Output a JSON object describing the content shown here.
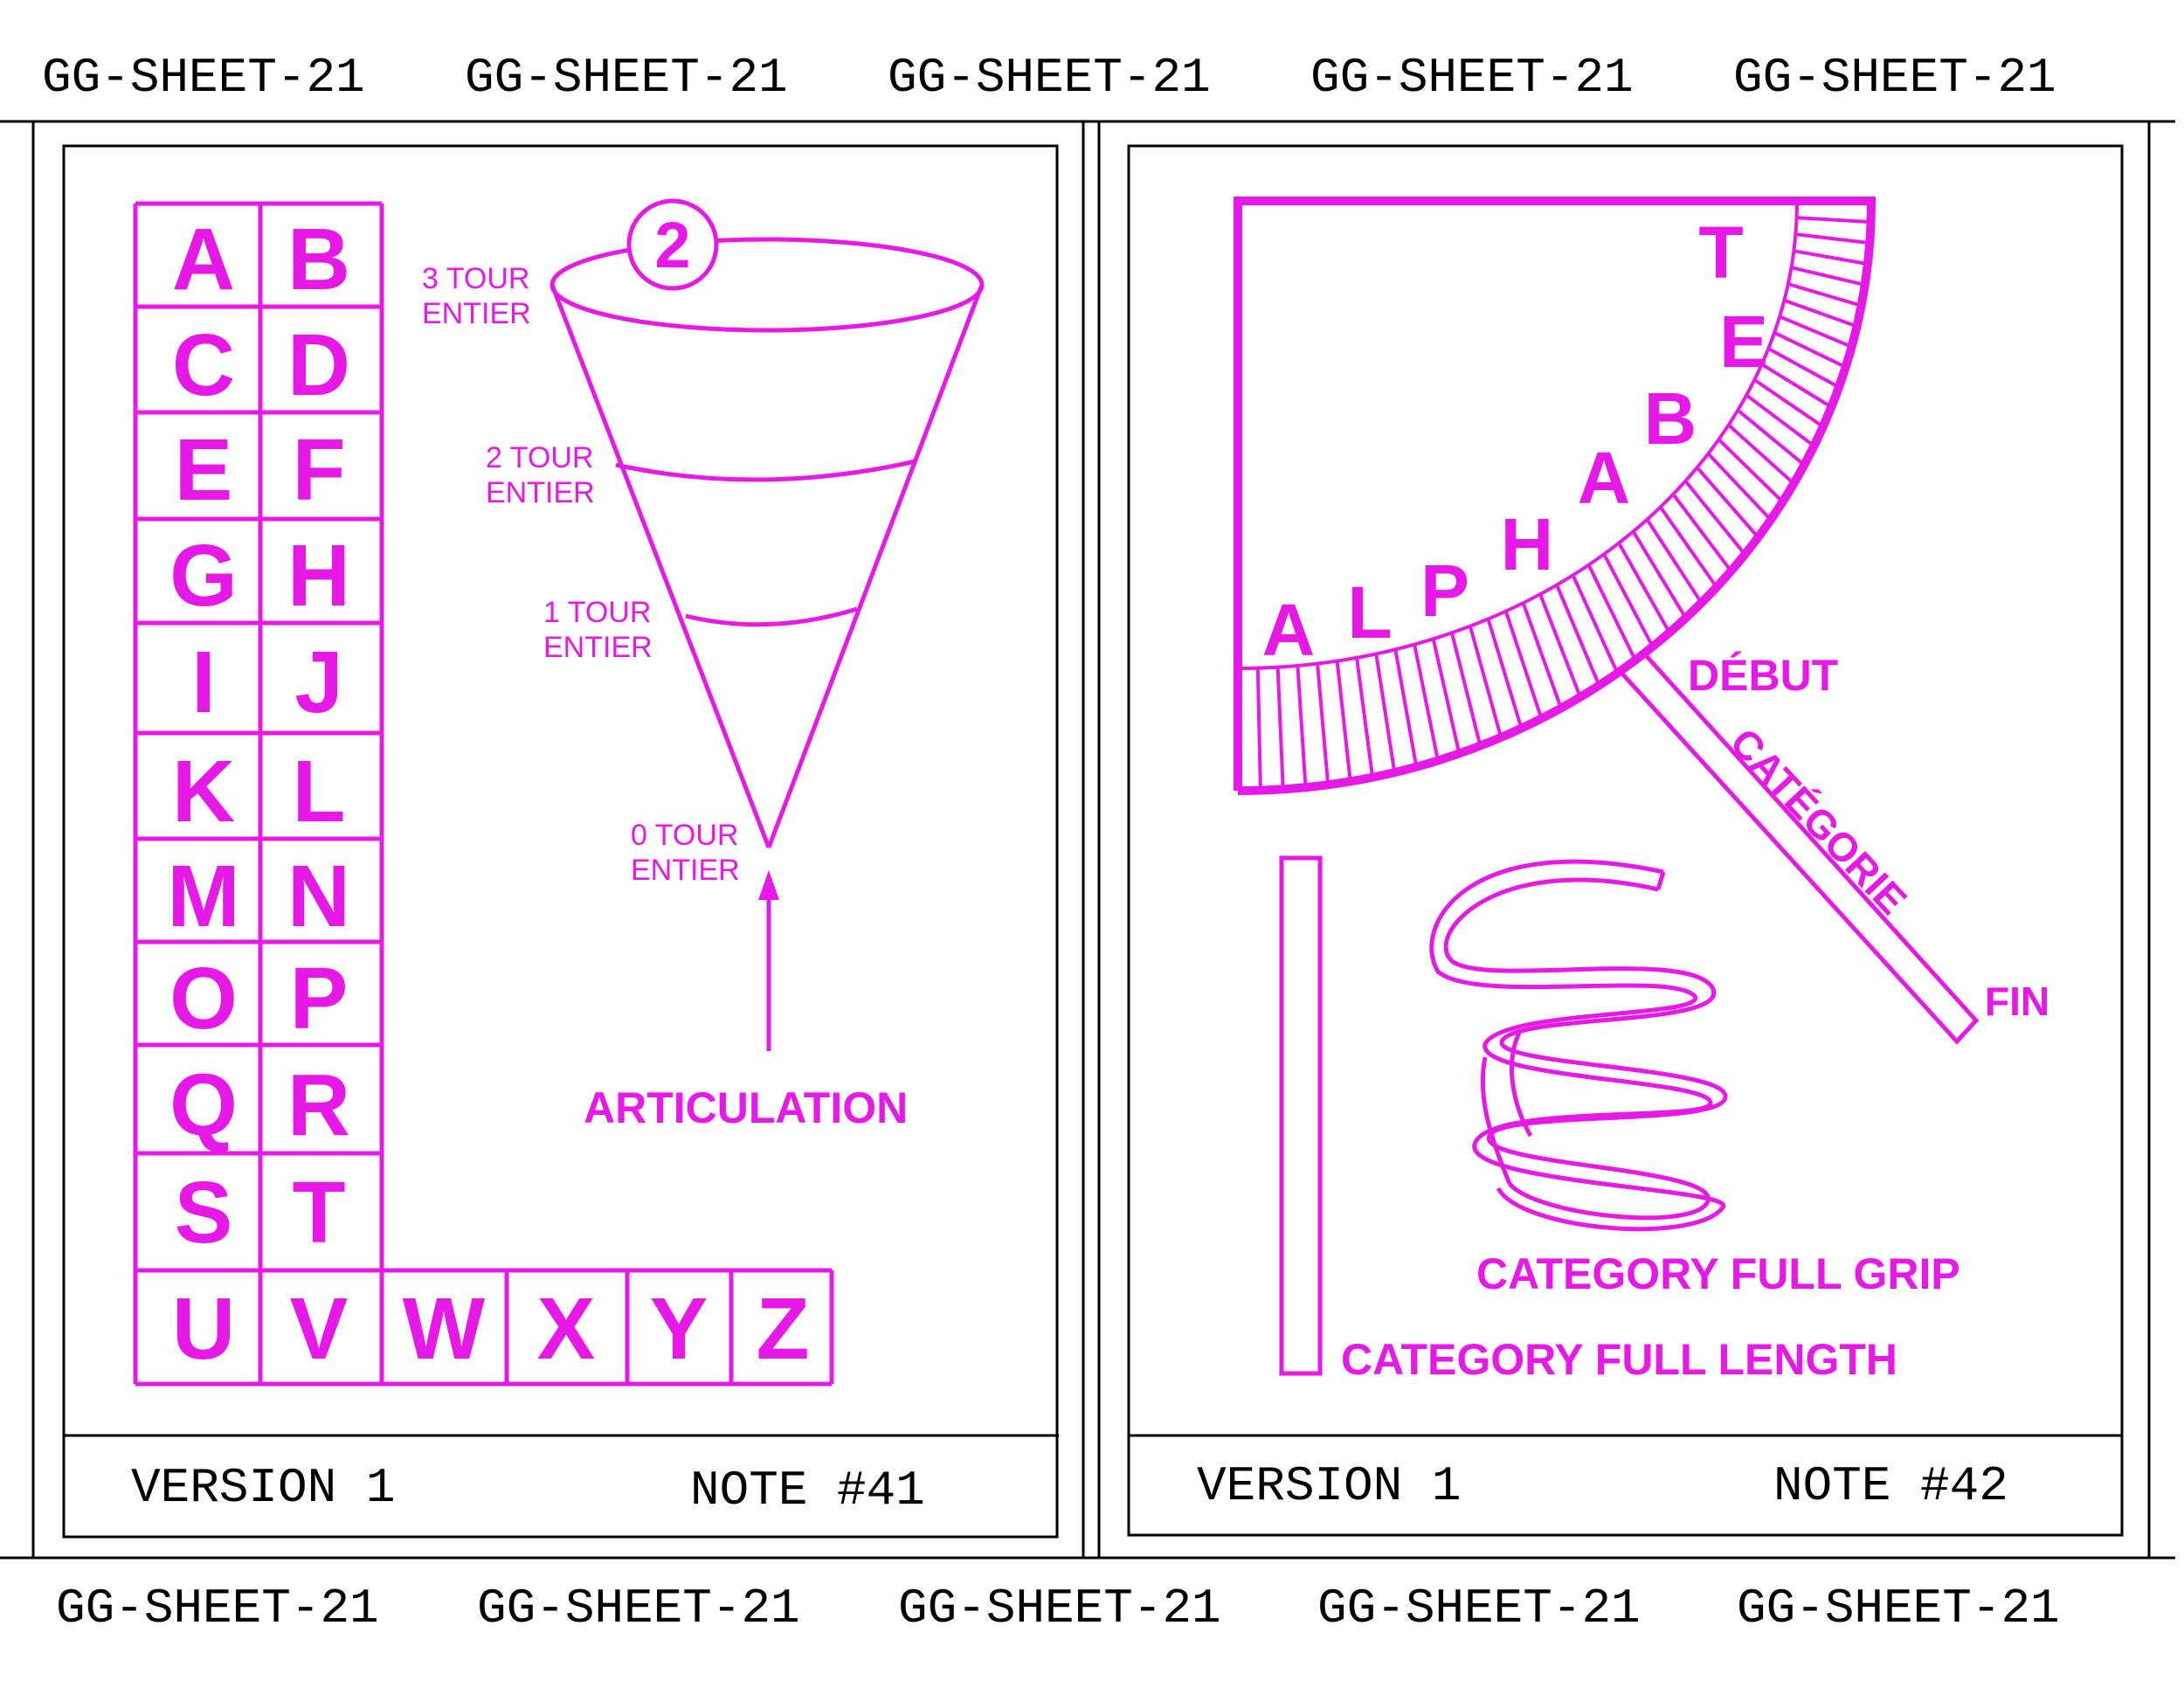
{
  "sheet": {
    "header_repeat": [
      "GG-SHEET-21",
      "GG-SHEET-21",
      "GG-SHEET-21",
      "GG-SHEET-21",
      "GG-SHEET-21"
    ],
    "footer_repeat": [
      "GG-SHEET-21",
      "GG-SHEET-21",
      "GG-SHEET-21",
      "GG-SHEET-21",
      "GG-SHEET-21"
    ],
    "ink_color": "#e619e6",
    "frame_color": "#000000"
  },
  "card_left": {
    "letters": [
      "A",
      "B",
      "C",
      "D",
      "E",
      "F",
      "G",
      "H",
      "I",
      "J",
      "K",
      "L",
      "M",
      "N",
      "O",
      "P",
      "Q",
      "R",
      "S",
      "T",
      "U",
      "V",
      "W",
      "X",
      "Y",
      "Z"
    ],
    "cone": {
      "badge": "2",
      "levels": [
        {
          "line1": "3 TOUR",
          "line2": "ENTIER"
        },
        {
          "line1": "2 TOUR",
          "line2": "ENTIER"
        },
        {
          "line1": "1 TOUR",
          "line2": "ENTIER"
        },
        {
          "line1": "0 TOUR",
          "line2": "ENTIER"
        }
      ],
      "pointer_label": "ARTICULATION"
    },
    "footer": {
      "version": "VERSION 1",
      "note": "NOTE #41"
    }
  },
  "card_right": {
    "arc_letters": [
      "A",
      "L",
      "P",
      "H",
      "A",
      "B",
      "E",
      "T"
    ],
    "start_label": "DÉBUT",
    "band_label": "CATÉGORIE",
    "end_label": "FIN",
    "grip_label": "CATEGORY FULL GRIP",
    "length_label": "CATEGORY FULL LENGTH",
    "footer": {
      "version": "VERSION 1",
      "note": "NOTE #42"
    }
  }
}
